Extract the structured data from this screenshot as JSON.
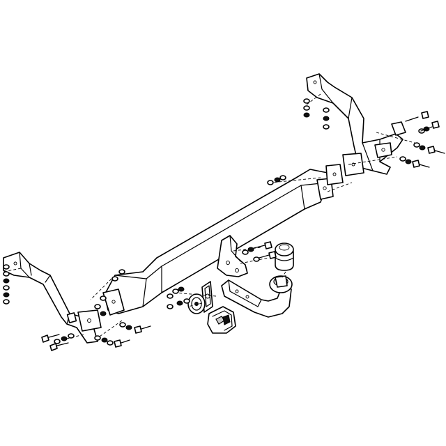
{
  "diagram": {
    "subject": "exploded-view-towbar-assembly",
    "background": "#ffffff",
    "line_color": "#000000",
    "parts": [
      {
        "name": "left-mounting-bracket"
      },
      {
        "name": "right-mounting-bracket"
      },
      {
        "name": "main-crossbar-beam"
      },
      {
        "name": "tow-ball-neck"
      },
      {
        "name": "tow-ball-cover-cap"
      },
      {
        "name": "electrical-socket-bracket"
      },
      {
        "name": "electrical-socket"
      },
      {
        "name": "spacer-plates"
      },
      {
        "name": "bolt-sets"
      }
    ]
  }
}
